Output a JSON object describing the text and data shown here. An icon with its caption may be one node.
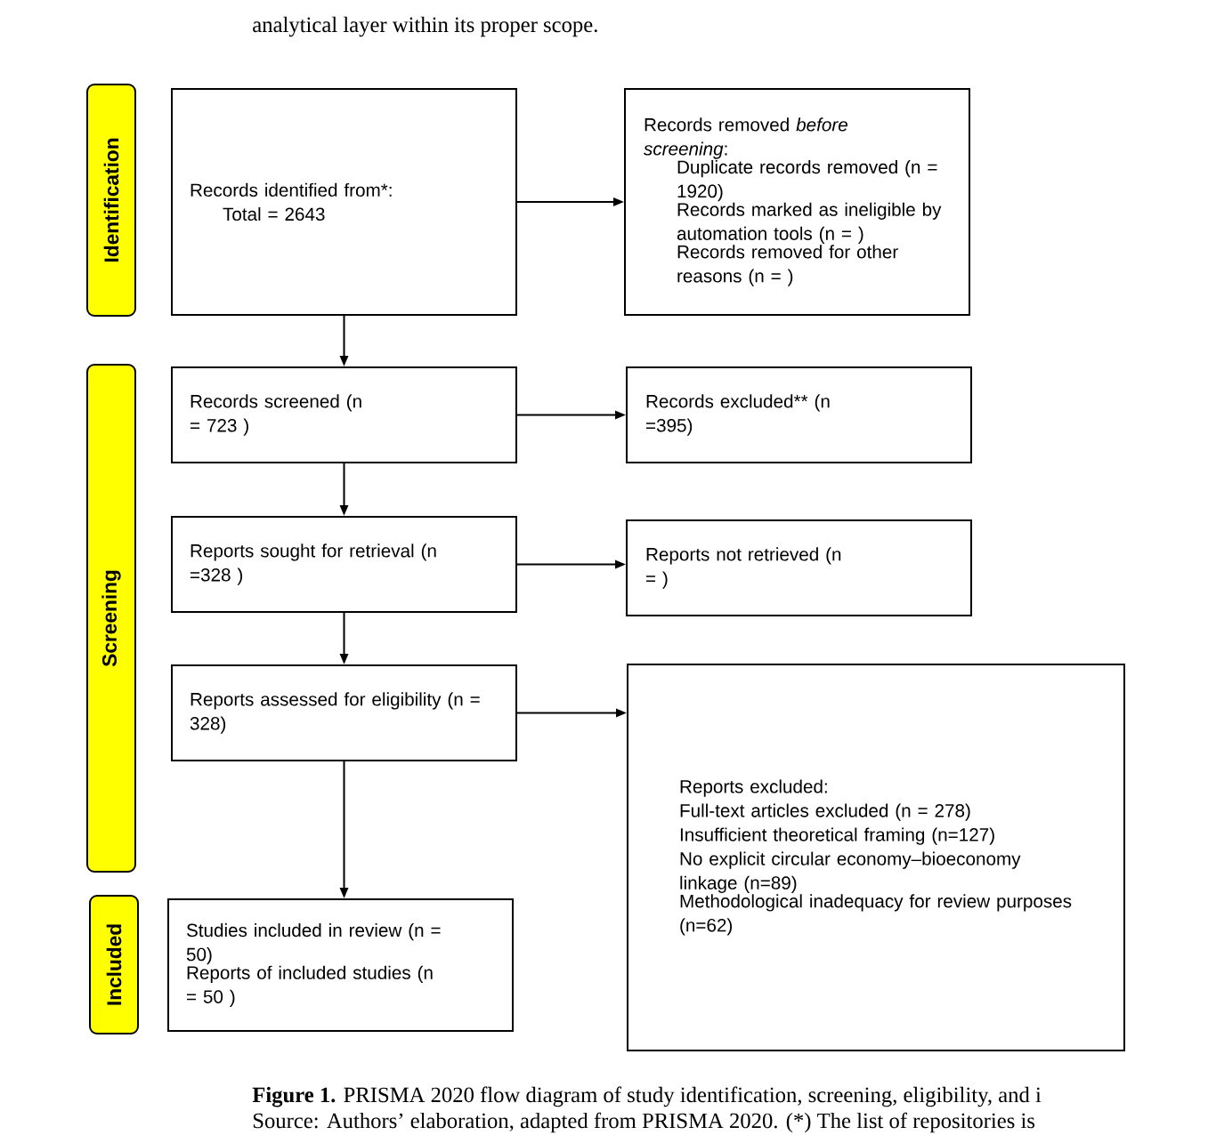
{
  "diagram": {
    "caption": "**Figure 1.** PRISMA 2020 flow diagram of study identification, screening, eligibility, and i",
    "nodes": [
      {
        "text": [
          "Identification"
        ]
      },
      {
        "text": [
          "Records identified from*:",
          "Total = 2643"
        ]
      },
      {
        "text": [
          "Records removed *before screening*:",
          "Duplicate records removed (n = 1920)",
          "Records marked as ineligible by automation tools (n = )",
          "Records removed for other reasons (n = )"
        ]
      },
      {
        "text": [
          "Screening"
        ]
      },
      {
        "text": [
          "Records screened (n = 723 )"
        ]
      },
      {
        "text": [
          "Records excluded** (n =395)"
        ]
      },
      {
        "text": [
          "Reports sought for retrieval (n =328 )"
        ]
      },
      {
        "text": [
          "Reports not retrieved (n = )"
        ]
      },
      {
        "text": [
          "Reports assessed for eligibility (n = 328)"
        ]
      },
      {
        "text": [
          "Reports excluded:",
          "Full-text articles excluded (n = 278)",
          "Insufficient theoretical framing (n=127)",
          "No explicit circular economy–bioeconomy linkage (n=89)",
          "Methodological inadequacy for review purposes (n=62)"
        ]
      },
      {
        "text": [
          "Included"
        ]
      },
      {
        "text": [
          "Studies included in review (n = 50)",
          "Reports of included studies (n = 50 )"
        ]
      }
    ],
    "edges": [
      {
        "from": 1,
        "to": 2,
        "arrow": "to"
      },
      {
        "from": 1,
        "to": 4,
        "arrow": "to"
      },
      {
        "from": 4,
        "to": 5,
        "arrow": "to"
      },
      {
        "from": 4,
        "to": 6,
        "arrow": "to"
      },
      {
        "from": 6,
        "to": 7,
        "arrow": "to"
      },
      {
        "from": 6,
        "to": 8,
        "arrow": "to"
      },
      {
        "from": 8,
        "to": 9,
        "arrow": "to"
      },
      {
        "from": 8,
        "to": 11,
        "arrow": "to"
      }
    ],
    "labels": [
      "analytical layer within its proper scope.",
      "Source: Authors’ elaboration, adapted from PRISMA 2020. (*) The list of repositories is"
    ]
  }
}
